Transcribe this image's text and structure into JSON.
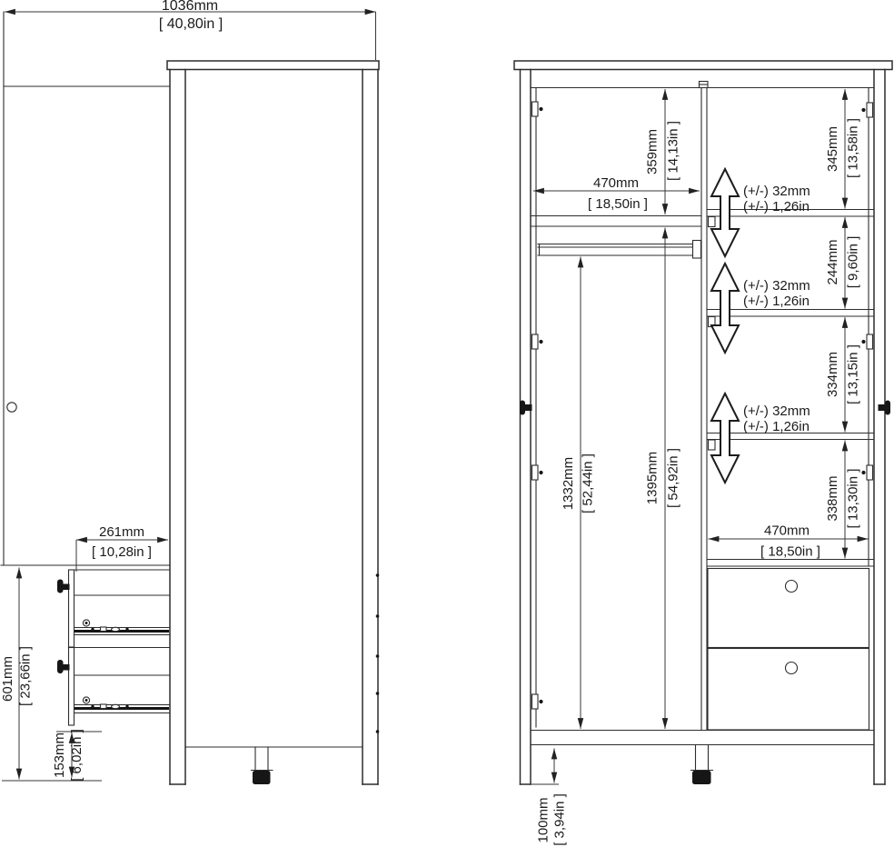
{
  "meta": {
    "drawing_type": "wardrobe assembly dimension diagram"
  },
  "colors": {
    "line": "#2d2d2d",
    "text": "#1b1b1b",
    "background": "#ffffff",
    "dark_fill": "#161616"
  },
  "side_view": {
    "overall_width": {
      "mm": "1036mm",
      "in": "[ 40,80in ]"
    },
    "drawer_extension": {
      "mm": "261mm",
      "in": "[ 10,28in ]"
    },
    "drawer_section_height": {
      "mm": "601mm",
      "in": "[ 23,66in ]"
    },
    "plinth_height": {
      "mm": "153mm",
      "in": "[ 6,02in ]"
    }
  },
  "front_view": {
    "hanging_width": {
      "mm": "470mm",
      "in": "[ 18,50in ]"
    },
    "top_section_height": {
      "mm": "359mm",
      "in": "[ 14,13in ]"
    },
    "hanging_height": {
      "mm": "1332mm",
      "in": "[ 52,44in ]"
    },
    "left_inner_height": {
      "mm": "1395mm",
      "in": "[ 54,92in ]"
    },
    "section_1_height": {
      "mm": "345mm",
      "in": "[ 13,58in ]"
    },
    "section_2_height": {
      "mm": "244mm",
      "in": "[ 9,60in ]"
    },
    "section_3_height": {
      "mm": "334mm",
      "in": "[ 13,15in ]"
    },
    "section_4_height": {
      "mm": "338mm",
      "in": "[ 13,30in ]"
    },
    "shelf_width": {
      "mm": "470mm",
      "in": "[ 18,50in ]"
    },
    "foot_height": {
      "mm": "100mm",
      "in": "[ 3,94in ]"
    },
    "shelf_adjustability": {
      "line1": "(+/-) 32mm",
      "line2": "(+/-) 1,26in"
    }
  }
}
